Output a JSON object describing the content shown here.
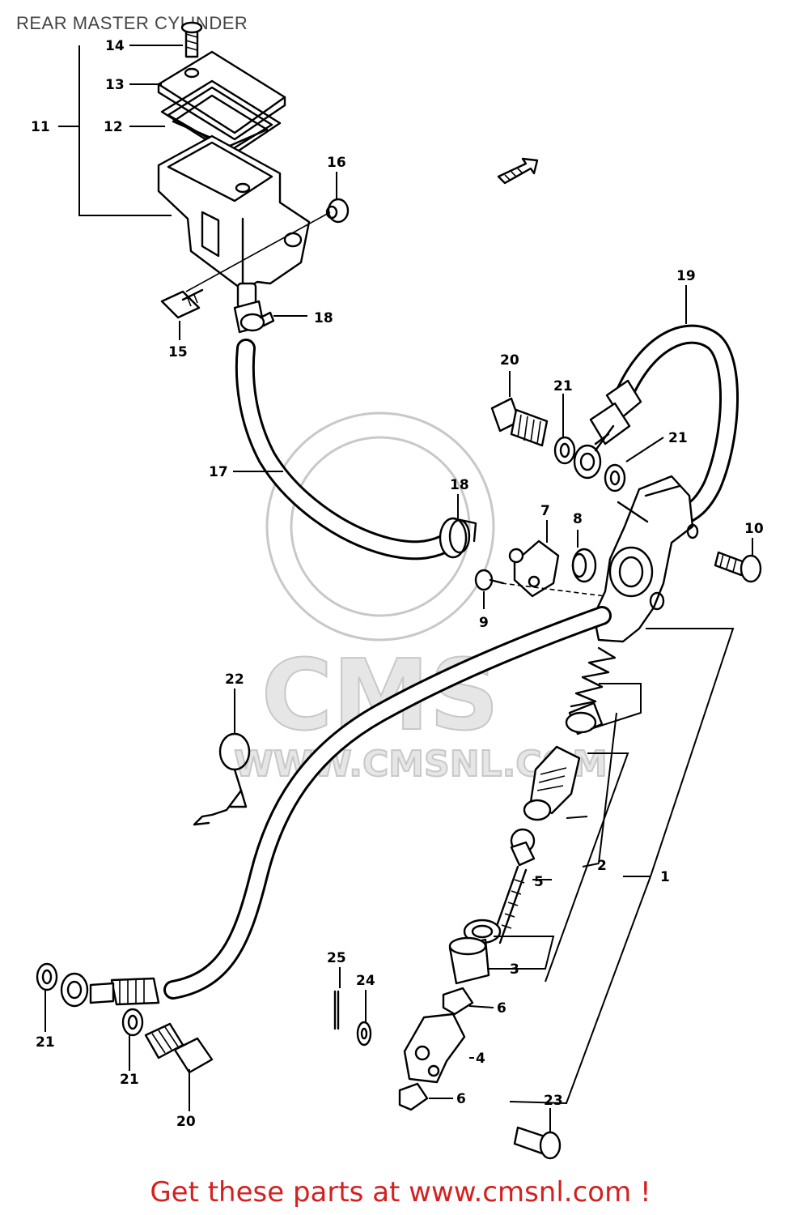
{
  "diagram": {
    "title": "REAR MASTER CYLINDER",
    "footer": "Get these parts at www.cmsnl.com !",
    "footer_color": "#d42020",
    "watermark": {
      "logo_text": "CMS",
      "url_text": "WWW.CMSNL.COM"
    }
  },
  "callouts": {
    "n1": "1",
    "n2": "2",
    "n3": "3",
    "n4": "4",
    "n5": "5",
    "n6a": "6",
    "n6b": "6",
    "n7": "7",
    "n8": "8",
    "n9": "9",
    "n10": "10",
    "n11": "11",
    "n12": "12",
    "n13": "13",
    "n14": "14",
    "n15": "15",
    "n16": "16",
    "n17": "17",
    "n18a": "18",
    "n18b": "18",
    "n19": "19",
    "n20a": "20",
    "n20b": "20",
    "n21a": "21",
    "n21b": "21",
    "n21c": "21",
    "n21d": "21",
    "n22": "22",
    "n23": "23",
    "n24": "24",
    "n25": "25"
  }
}
